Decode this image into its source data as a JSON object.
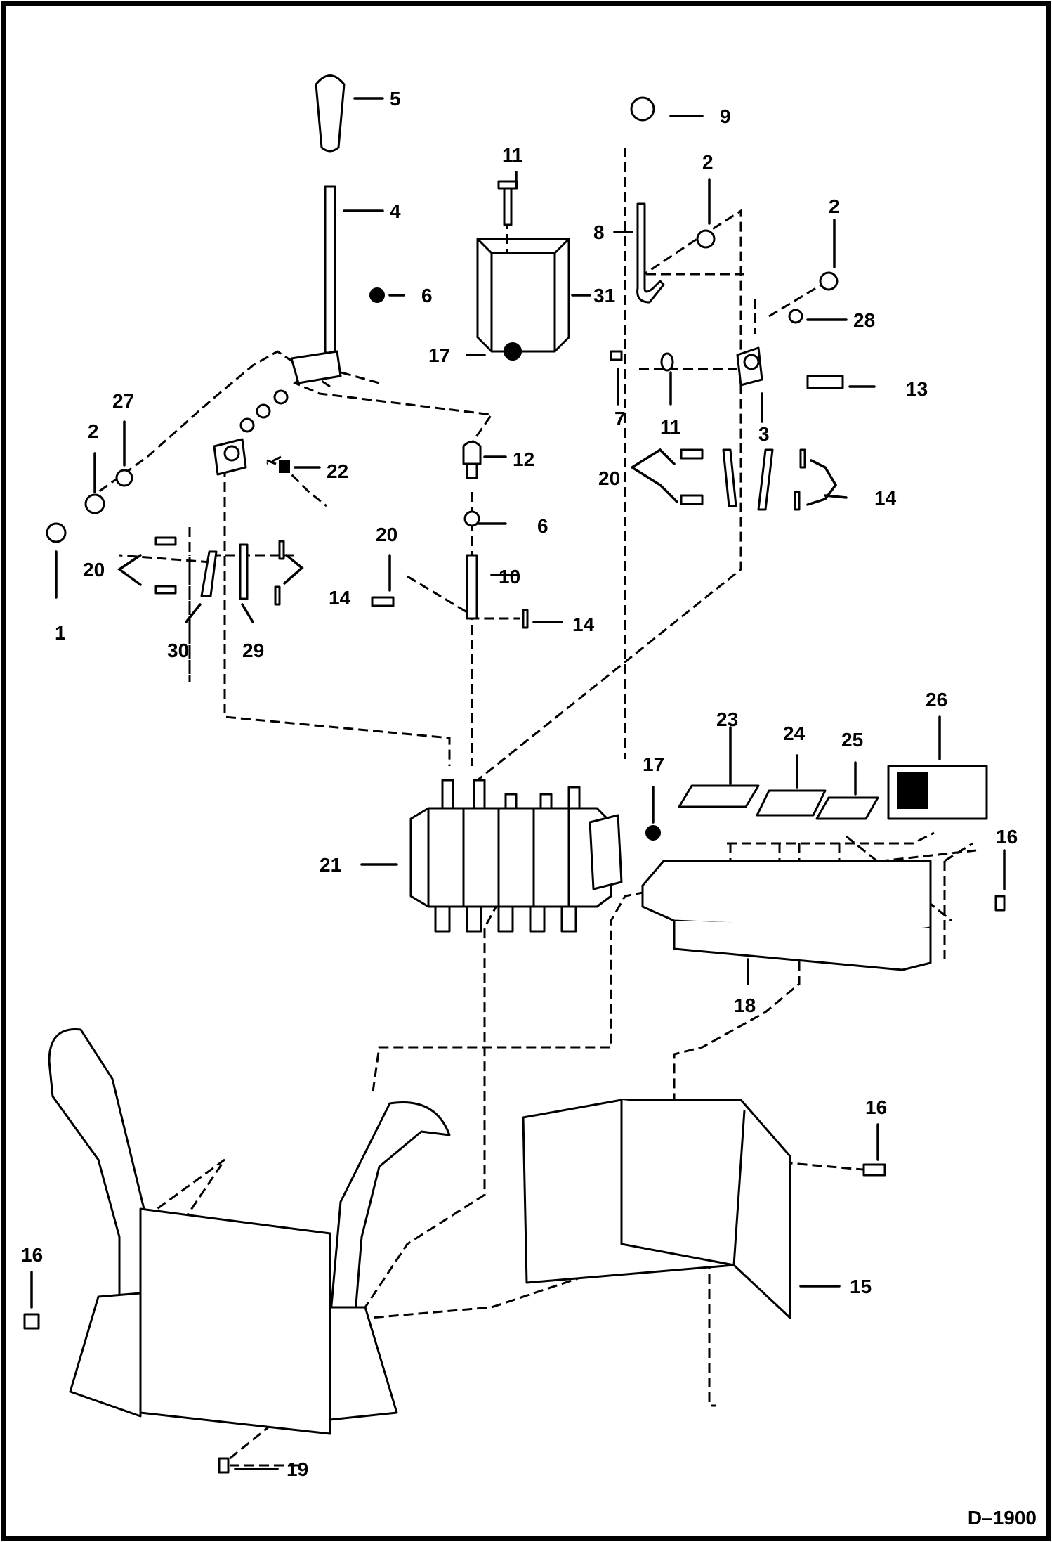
{
  "drawing_number": "D–1900",
  "callouts": [
    "1",
    "2",
    "3",
    "4",
    "5",
    "6",
    "7",
    "8",
    "9",
    "10",
    "11",
    "12",
    "13",
    "14",
    "15",
    "16",
    "17",
    "18",
    "19",
    "20",
    "21",
    "22",
    "23",
    "24",
    "25",
    "26",
    "27",
    "28",
    "29",
    "30",
    "31"
  ]
}
